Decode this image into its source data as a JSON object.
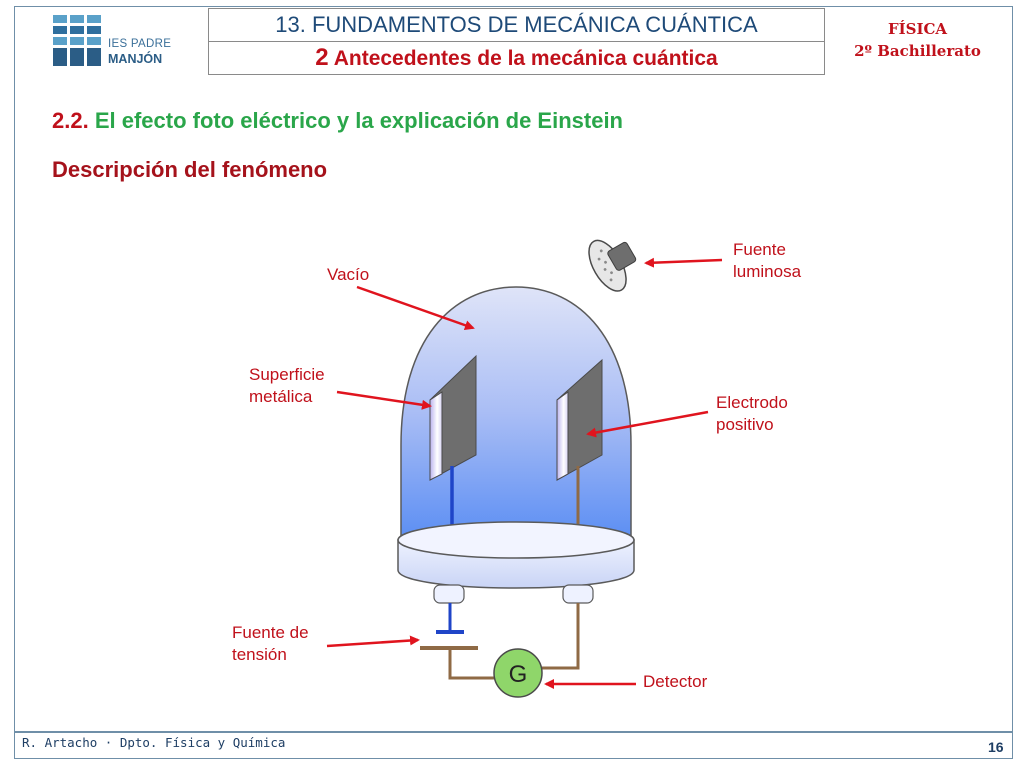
{
  "header": {
    "logo_line1": "IES PADRE",
    "logo_line2": "MANJÓN",
    "unit_title": "13. FUNDAMENTOS DE MECÁNICA CUÁNTICA",
    "section_number": "2",
    "section_title": "Antecedentes de la mecánica cuántica",
    "subject": "FÍSICA",
    "course": "2º Bachillerato"
  },
  "content": {
    "heading_number": "2.2.",
    "heading_text": "El efecto foto eléctrico y la explicación de Einstein",
    "subheading": "Descripción del fenómeno"
  },
  "diagram": {
    "labels": {
      "vacuum": "Vacío",
      "metal_surface": "Superficie\nmetálica",
      "light_source": "Fuente\nluminosa",
      "positive_electrode": "Electrodo\npositivo",
      "voltage_source": "Fuente de\ntensión",
      "detector": "Detector",
      "galvanometer_symbol": "G"
    }
  },
  "footer": {
    "author": "R. Artacho · Dpto. Física y Química",
    "page": "16"
  },
  "colors": {
    "header_blue": "#1e4a78",
    "accent_red": "#c0111b",
    "heading_green": "#2aa64a",
    "galvanometer_green": "#8fd66a",
    "wire_blue": "#1f45c8",
    "wire_brown": "#8f6a45"
  }
}
